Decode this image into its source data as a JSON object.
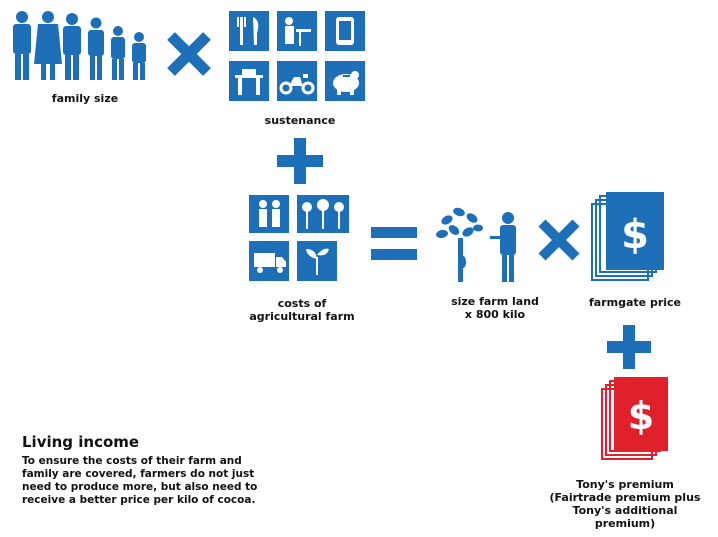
{
  "colors": {
    "blue": "#1d6fb8",
    "red": "#e0202a",
    "text": "#111111"
  },
  "labels": {
    "family_size": "family size",
    "sustenance": "sustenance",
    "costs_line1": "costs of",
    "costs_line2": "agricultural farm",
    "land_line1": "size farm land",
    "land_line2": "x 800 kilo",
    "farmgate": "farmgate price",
    "premium_line1": "Tony's premium",
    "premium_line2": "(Fairtrade premium plus",
    "premium_line3": "Tony's additional",
    "premium_line4": "premium)"
  },
  "operators": {
    "multiply": "×",
    "plus": "+",
    "equals": "="
  },
  "currency_symbol": "$",
  "living_income": {
    "title": "Living income",
    "description": "To ensure the costs of their farm and family are covered, farmers do not just need to produce more, but also need to receive a better price per kilo of cocoa."
  },
  "icons": {
    "family": [
      "person-icon",
      "person-icon",
      "person-icon",
      "person-icon",
      "person-icon",
      "person-icon"
    ],
    "sustenance": [
      "food-cutlery-icon",
      "school-teacher-icon",
      "smartphone-icon",
      "house-icon",
      "scooter-icon",
      "piggy-bank-icon"
    ],
    "farm_costs": [
      "workers-icon",
      "cocoa-trees-icon",
      "truck-icon",
      "seedling-icon"
    ]
  }
}
